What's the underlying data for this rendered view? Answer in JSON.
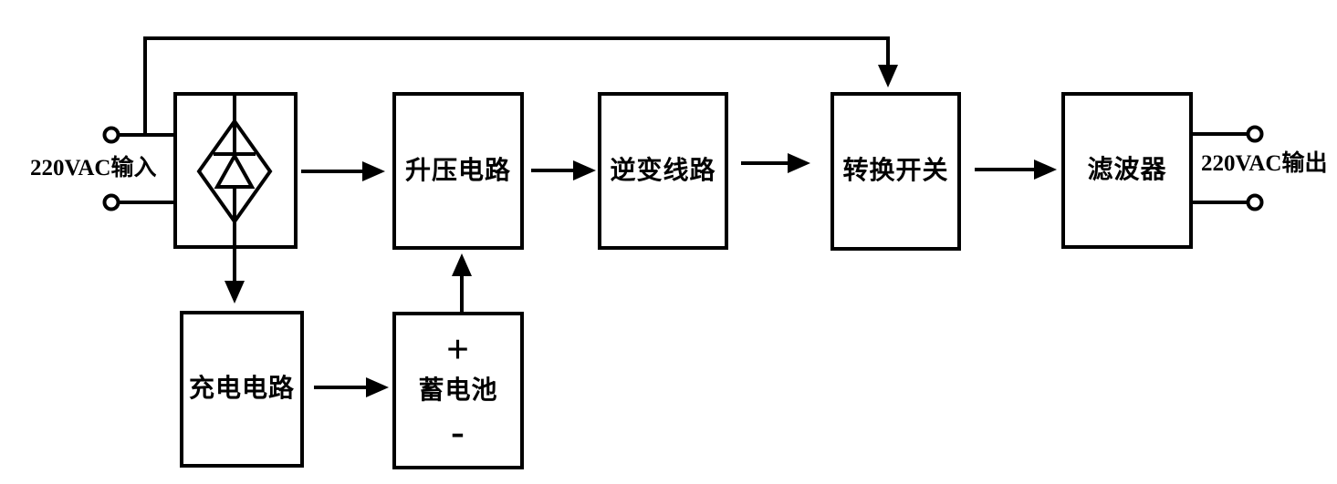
{
  "diagram": {
    "input_label": "220VAC输入",
    "output_label": "220VAC输出",
    "blocks": {
      "rectifier": {
        "label": "",
        "icon": "diode-bridge-diamond"
      },
      "boost": {
        "label": "升压电路"
      },
      "inverter": {
        "label": "逆变线路"
      },
      "switch": {
        "label": "转换开关"
      },
      "filter": {
        "label": "滤波器"
      },
      "charger": {
        "label": "充电电路"
      },
      "battery": {
        "label": "蓄电池",
        "plus": "+",
        "minus": "-"
      }
    },
    "colors": {
      "line": "#000000",
      "background": "#ffffff"
    }
  }
}
